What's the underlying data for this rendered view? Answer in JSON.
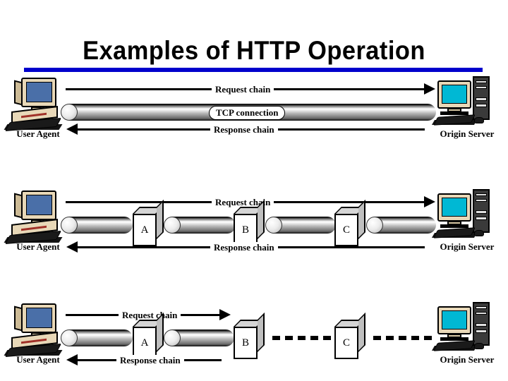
{
  "slide": {
    "title": "Examples of HTTP Operation",
    "accent_color": "#0000CC",
    "background_color": "#FFFFFF",
    "text_color": "#000000"
  },
  "labels": {
    "user_agent": "User Agent",
    "origin_server": "Origin Server",
    "request_chain": "Request chain",
    "response_chain": "Response chain",
    "tcp_connection": "TCP connection"
  },
  "diagrams": [
    {
      "id": "direct-connection",
      "left_endpoint": "User Agent",
      "right_endpoint": "Origin Server",
      "request_label": "Request chain",
      "response_label": "Response chain",
      "connection_label": "TCP connection",
      "intermediaries": [],
      "segments": [
        {
          "type": "pipe",
          "from": "User Agent",
          "to": "Origin Server"
        }
      ]
    },
    {
      "id": "three-intermediaries-all-tcp",
      "left_endpoint": "User Agent",
      "right_endpoint": "Origin Server",
      "request_label": "Request chain",
      "response_label": "Response chain",
      "connection_label": "",
      "intermediaries": [
        "A",
        "B",
        "C"
      ],
      "segments": [
        {
          "type": "pipe",
          "from": "User Agent",
          "to": "A"
        },
        {
          "type": "pipe",
          "from": "A",
          "to": "B"
        },
        {
          "type": "pipe",
          "from": "B",
          "to": "C"
        },
        {
          "type": "pipe",
          "from": "C",
          "to": "Origin Server"
        }
      ]
    },
    {
      "id": "three-intermediaries-partial-tcp",
      "left_endpoint": "User Agent",
      "right_endpoint": "Origin Server",
      "request_label": "Request chain",
      "response_label": "Response chain",
      "connection_label": "",
      "intermediaries": [
        "A",
        "B",
        "C"
      ],
      "segments": [
        {
          "type": "pipe",
          "from": "User Agent",
          "to": "A"
        },
        {
          "type": "pipe",
          "from": "A",
          "to": "B"
        },
        {
          "type": "dashed",
          "from": "B",
          "to": "C"
        },
        {
          "type": "dashed",
          "from": "C",
          "to": "Origin Server"
        }
      ]
    }
  ],
  "boxes": {
    "a": "A",
    "b": "B",
    "c": "C"
  }
}
